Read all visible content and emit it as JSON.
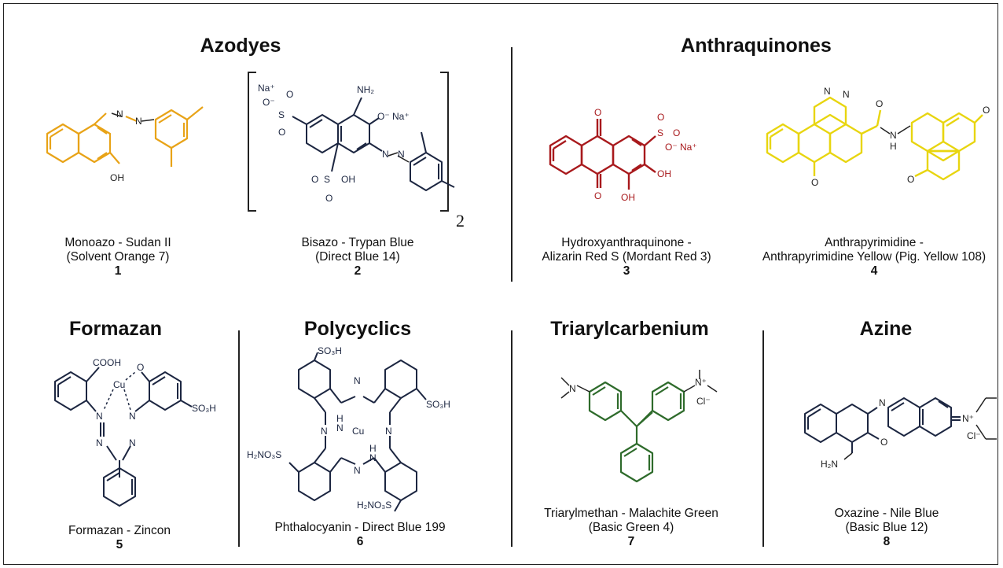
{
  "headings": {
    "azodyes": "Azodyes",
    "anthraquinones": "Anthraquinones",
    "formazan": "Formazan",
    "polycyclics": "Polycyclics",
    "triarylcarbenium": "Triarylcarbenium",
    "azine": "Azine"
  },
  "colors": {
    "orange": "#e8a317",
    "navy": "#1c2641",
    "red": "#a8191c",
    "yellow": "#e8d50f",
    "green": "#2e6b2b"
  },
  "compounds": [
    {
      "line1": "Monoazo - Sudan II",
      "line2": "(Solvent Orange 7)",
      "number": "1",
      "atoms": [
        "N",
        "N",
        "OH"
      ]
    },
    {
      "line1": "Bisazo - Trypan Blue",
      "line2": "(Direct Blue 14)",
      "number": "2",
      "atoms": [
        "Na⁺",
        "O⁻",
        "S",
        "O",
        "O",
        "NH₂",
        "O⁻ Na⁺",
        "N",
        "N",
        "S",
        "OH",
        "O",
        "O"
      ],
      "subscript": "2"
    },
    {
      "line1": "Hydroxyanthraquinone -",
      "line2": "Alizarin Red S (Mordant Red 3)",
      "number": "3",
      "atoms": [
        "O",
        "O",
        "S",
        "O",
        "O",
        "O⁻ Na⁺",
        "OH",
        "OH"
      ]
    },
    {
      "line1": "Anthrapyrimidine -",
      "line2": "Anthrapyrimidine Yellow (Pig. Yellow 108)",
      "number": "4",
      "atoms": [
        "N",
        "N",
        "O",
        "N",
        "H",
        "O",
        "O",
        "O"
      ]
    },
    {
      "line1": "Formazan - Zincon",
      "line2": "",
      "number": "5",
      "atoms": [
        "COOH",
        "O",
        "Cu",
        "N",
        "N",
        "N",
        "N",
        "SO₃H"
      ]
    },
    {
      "line1": "Phthalocyanin - Direct Blue 199",
      "line2": "",
      "number": "6",
      "atoms": [
        "SO₃H",
        "N",
        "H",
        "N",
        "SO₃H",
        "N",
        "Cu",
        "N",
        "H₂NO₃S",
        "N",
        "H",
        "N",
        "H₂NO₃S"
      ]
    },
    {
      "line1": "Triarylmethan - Malachite Green",
      "line2": "(Basic Green 4)",
      "number": "7",
      "atoms": [
        "N",
        "N⁺",
        "Cl⁻"
      ]
    },
    {
      "line1": "Oxazine - Nile Blue",
      "line2": "(Basic Blue 12)",
      "number": "8",
      "atoms": [
        "N",
        "O",
        "N⁺",
        "Cl⁻",
        "H₂N"
      ]
    }
  ]
}
